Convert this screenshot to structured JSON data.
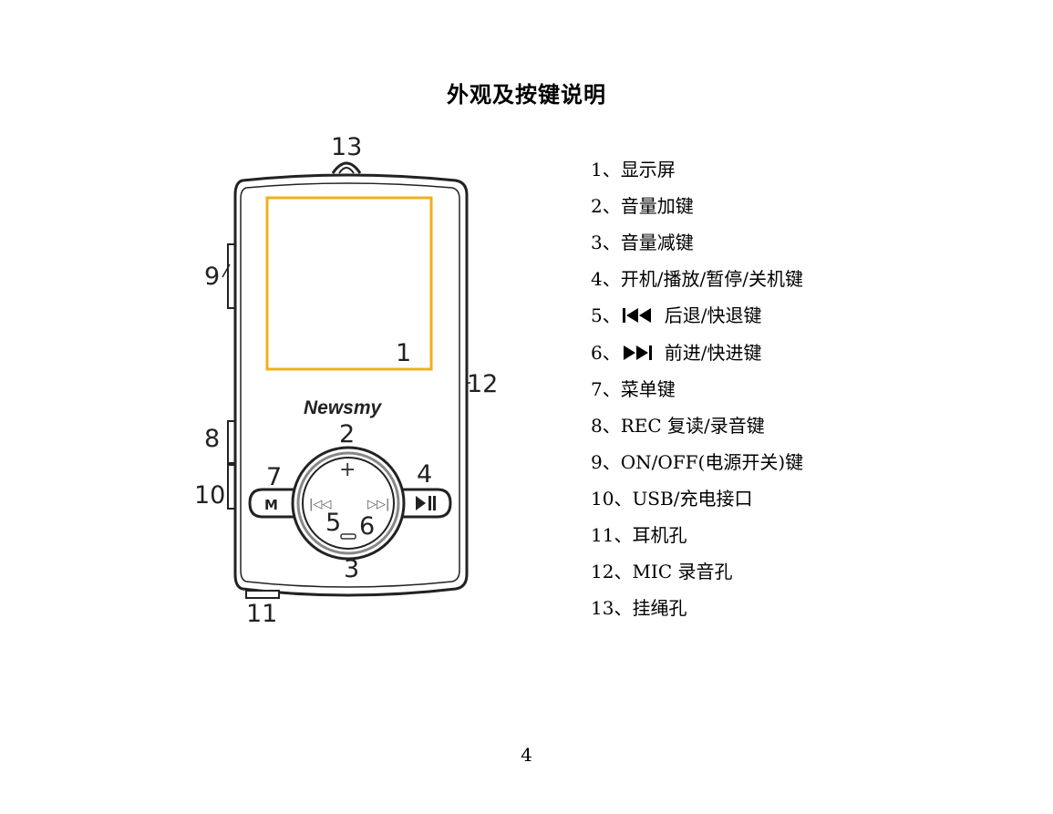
{
  "title": "外观及按键说明",
  "diagram": {
    "brand": "Newsmy",
    "callouts": [
      "1",
      "2",
      "3",
      "4",
      "5",
      "6",
      "7",
      "8",
      "9",
      "10",
      "11",
      "12",
      "13"
    ]
  },
  "legend": [
    {
      "num": "1、",
      "text": "显示屏"
    },
    {
      "num": "2、",
      "text": "音量加键"
    },
    {
      "num": "3、",
      "text": "音量减键"
    },
    {
      "num": "4、",
      "text": "开机/播放/暂停/关机键"
    },
    {
      "num": "5、",
      "icon": "prev-icon",
      "text": "后退/快退键"
    },
    {
      "num": "6、",
      "icon": "next-icon",
      "text": "前进/快进键"
    },
    {
      "num": "7、",
      "text": "菜单键"
    },
    {
      "num": "8、",
      "text": "REC 复读/录音键"
    },
    {
      "num": "9、",
      "text": "ON/OFF(电源开关)键"
    },
    {
      "num": "10、",
      "text": "USB/充电接口"
    },
    {
      "num": "11、",
      "text": "耳机孔"
    },
    {
      "num": "12、",
      "text": "MIC 录音孔"
    },
    {
      "num": "13、",
      "text": "挂绳孔"
    }
  ],
  "page_number": "4",
  "colors": {
    "screen_outline": "#f0b01c",
    "body_outline": "#222222"
  }
}
